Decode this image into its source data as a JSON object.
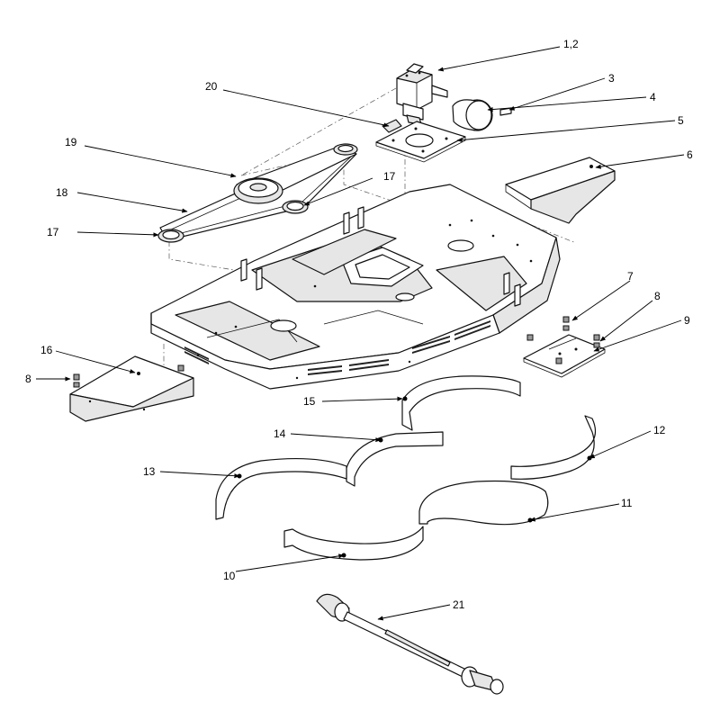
{
  "callouts": {
    "c12": "1,2",
    "c3": "3",
    "c4": "4",
    "c5": "5",
    "c6": "6",
    "c7": "7",
    "c8a": "8",
    "c8b": "8",
    "c9": "9",
    "c10": "10",
    "c11": "11",
    "c12b": "12",
    "c13": "13",
    "c14": "14",
    "c15": "15",
    "c16": "16",
    "c17a": "17",
    "c17b": "17",
    "c18": "18",
    "c19": "19",
    "c20": "20",
    "c21": "21"
  }
}
